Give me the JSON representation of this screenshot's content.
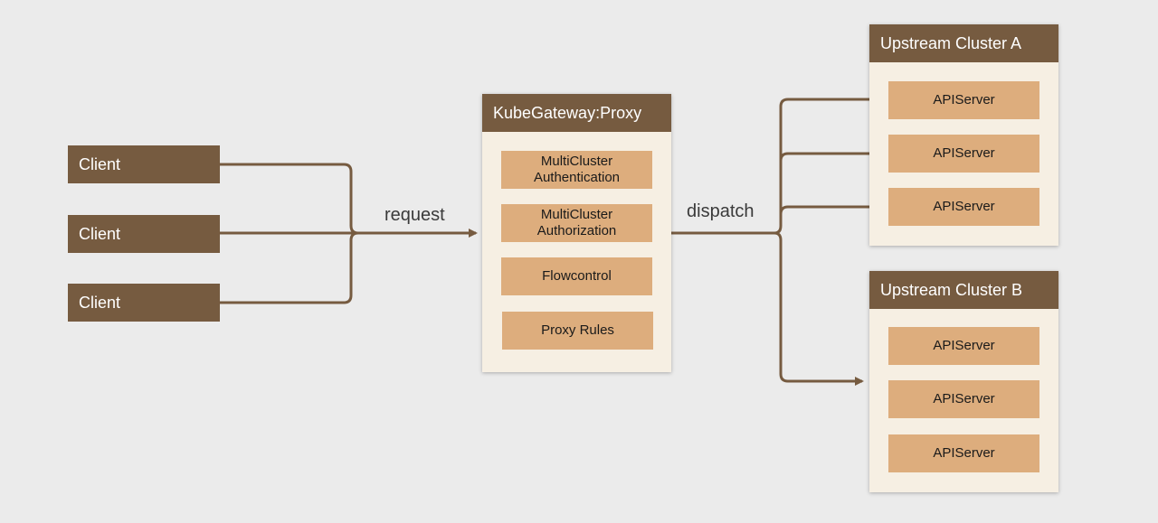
{
  "clients": [
    "Client",
    "Client",
    "Client"
  ],
  "edges": {
    "request_label": "request",
    "dispatch_label": "dispatch"
  },
  "proxy": {
    "title": "KubeGateway:Proxy",
    "modules": [
      [
        "MultiCluster",
        "Authentication"
      ],
      [
        "MultiCluster",
        "Authorization"
      ],
      [
        "Flowcontrol"
      ],
      [
        "Proxy Rules"
      ]
    ]
  },
  "clusters": [
    {
      "title": "Upstream Cluster A",
      "servers": [
        "APIServer",
        "APIServer",
        "APIServer"
      ]
    },
    {
      "title": "Upstream Cluster B",
      "servers": [
        "APIServer",
        "APIServer",
        "APIServer"
      ]
    }
  ],
  "colors": {
    "header": "#765b40",
    "panel": "#f6efe3",
    "module": "#ddad7d",
    "connector": "#765b40",
    "background": "#ebebeb"
  }
}
